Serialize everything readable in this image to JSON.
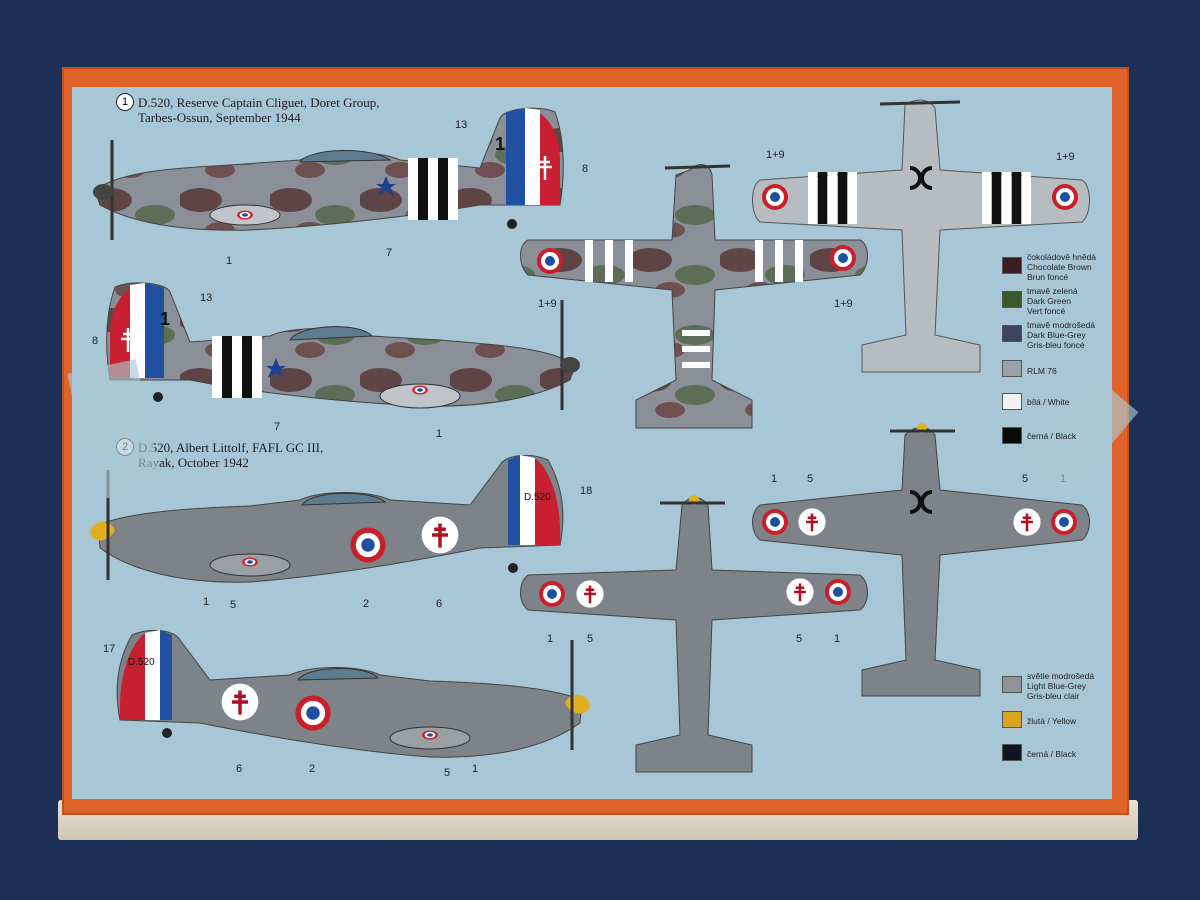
{
  "profiles": [
    {
      "index": "1",
      "title_line1": "D.520, Reserve Captain Cliguet, Doret Group,",
      "title_line2": "Tarbes-Ossun, September 1944"
    },
    {
      "index": "2",
      "title_line1": "D.520, Albert Littolf, FAFL GC III,",
      "title_line2": "Rayak, October 1942"
    }
  ],
  "callouts": {
    "p1_top": [
      "13",
      "8",
      "7",
      "1"
    ],
    "p1_bottom": [
      "13",
      "8",
      "7",
      "1"
    ],
    "p1_wings": [
      "1+9",
      "1+9",
      "1+9",
      "1+9"
    ],
    "p2_top": [
      "18",
      "1",
      "5",
      "2",
      "6"
    ],
    "p2_bottom": [
      "17",
      "6",
      "2",
      "5",
      "1"
    ],
    "p2_wings": [
      "1",
      "5",
      "5",
      "1",
      "1",
      "5",
      "5",
      "1"
    ]
  },
  "legend1": [
    {
      "color": "#3a1e1e",
      "lines": [
        "čokoládově hnědá",
        "Chocolate Brown",
        "Brun foncé"
      ]
    },
    {
      "color": "#3b5a2a",
      "lines": [
        "tmavě zelená",
        "Dark Green",
        "Vert foncé"
      ]
    },
    {
      "color": "#3e4460",
      "lines": [
        "tmavě modrošedá",
        "Dark Blue-Grey",
        "Gris-bleu foncé"
      ]
    },
    {
      "color": "#9aa3aa",
      "lines": [
        "RLM 76"
      ]
    },
    {
      "color": "#f2f2f2",
      "lines": [
        "bílá / White"
      ]
    },
    {
      "color": "#0a0a0a",
      "lines": [
        "černá / Black"
      ]
    }
  ],
  "legend2": [
    {
      "color": "#8c9498",
      "lines": [
        "světle modrošedá",
        "Light Blue-Grey",
        "Gris-bleu clair"
      ]
    },
    {
      "color": "#d9a520",
      "lines": [
        "žlutá / Yellow"
      ]
    },
    {
      "color": "#101320",
      "lines": [
        "černá / Black"
      ]
    }
  ],
  "markings": {
    "tail_code": "D.520",
    "tail_number": "1"
  },
  "colors": {
    "box_orange": "#e0642a",
    "panel_blue": "#a7c6d6",
    "background_navy": "#1c2f57"
  }
}
